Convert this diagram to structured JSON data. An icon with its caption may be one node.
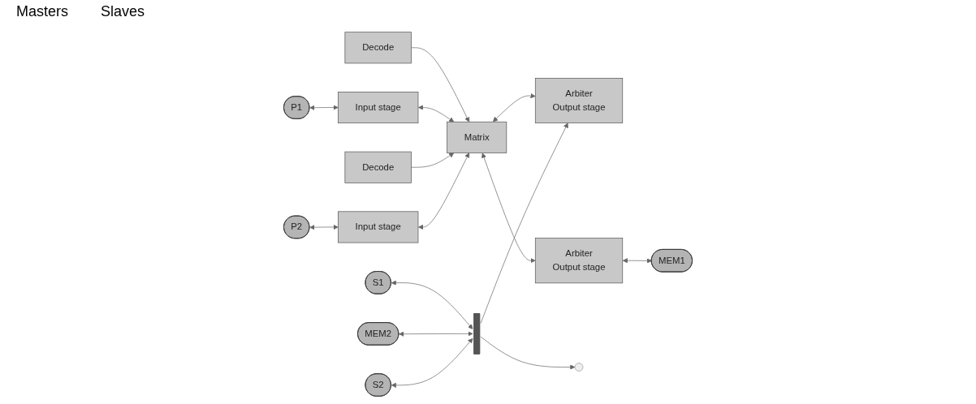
{
  "diagram": {
    "nodes": [
      {
        "text": [
          "P1"
        ]
      },
      {
        "text": [
          "Decode"
        ]
      },
      {
        "text": [
          "Input stage"
        ]
      },
      {
        "text": [
          "P2"
        ]
      },
      {
        "text": [
          "Decode"
        ]
      },
      {
        "text": [
          "Input stage"
        ]
      },
      {
        "text": [
          "Matrix"
        ]
      },
      {
        "text": [
          "Arbiter",
          "Output stage"
        ]
      },
      {
        "text": [
          "Arbiter",
          "Output stage"
        ]
      },
      {
        "text": [
          "S1"
        ]
      },
      {
        "text": [
          "MEM2"
        ]
      },
      {
        "text": [
          "S2"
        ]
      },
      {
        "text": [
          "MEM1"
        ]
      },
      {
        "text": [],
        "shape": "bar"
      }
    ],
    "edges": [
      {
        "from": 0,
        "to": 2,
        "arrow": "both"
      },
      {
        "from": 1,
        "to": 6,
        "arrow": "to"
      },
      {
        "from": 2,
        "to": 6,
        "arrow": "both"
      },
      {
        "from": 3,
        "to": 5,
        "arrow": "both"
      },
      {
        "from": 4,
        "to": 6,
        "arrow": "to"
      },
      {
        "from": 5,
        "to": 6,
        "arrow": "both"
      },
      {
        "from": 6,
        "to": 7,
        "arrow": "both"
      },
      {
        "from": 6,
        "to": 8,
        "arrow": "both"
      },
      {
        "from": 13,
        "to": 7,
        "arrow": "to"
      },
      {
        "from": 13,
        "to": null,
        "arrow": "to"
      },
      {
        "from": 9,
        "to": 13,
        "arrow": "both"
      },
      {
        "from": 10,
        "to": 13,
        "arrow": "both"
      },
      {
        "from": 11,
        "to": 13,
        "arrow": "both"
      },
      {
        "from": 8,
        "to": 12,
        "arrow": "both"
      }
    ],
    "labels": [
      "Masters",
      "Slaves"
    ]
  }
}
